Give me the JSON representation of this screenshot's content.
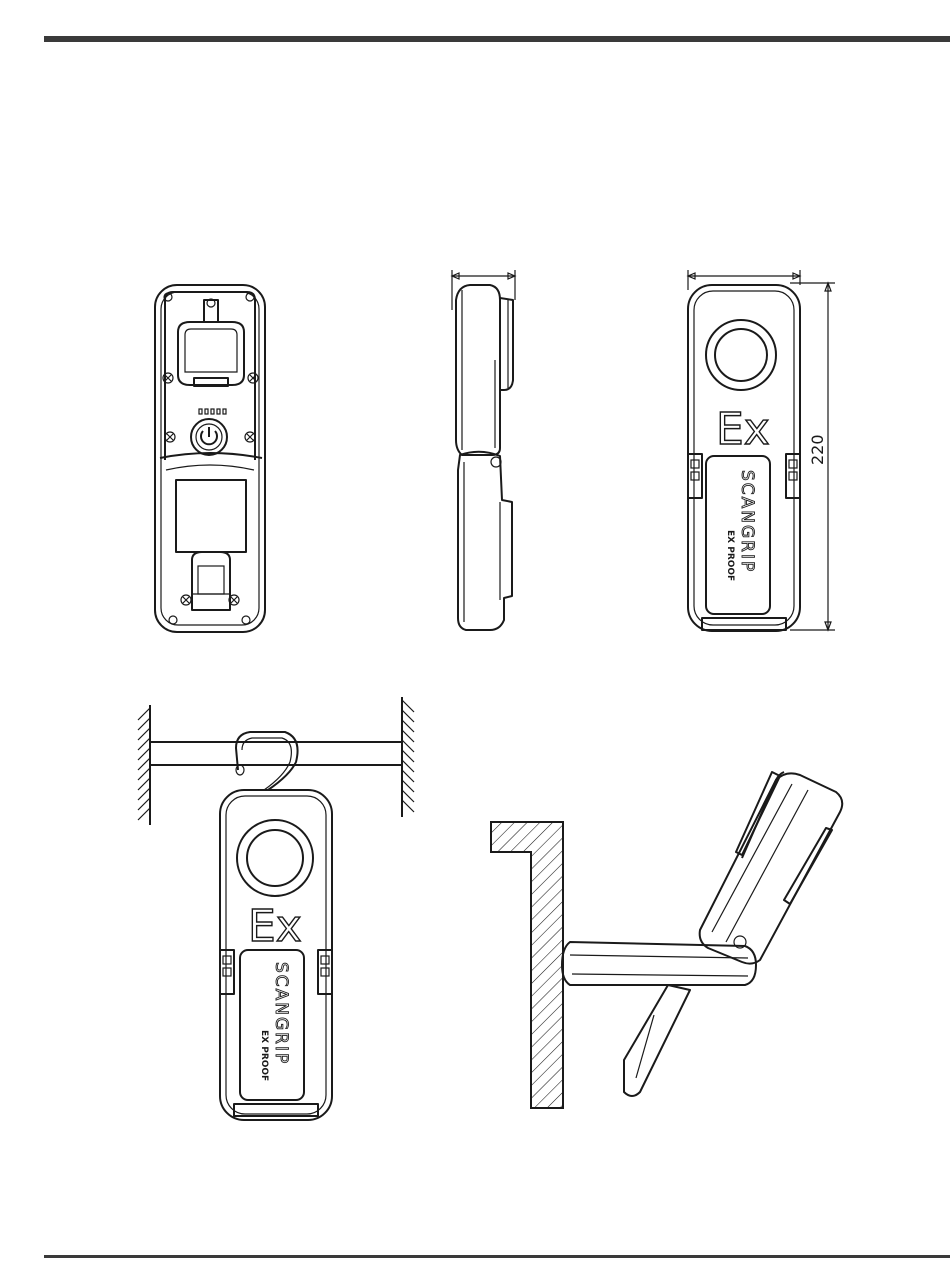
{
  "dimension_label": "220",
  "mark_text": "Ex",
  "brand_text": "SCANGRIP",
  "brand_subtitle": "EX PROOF",
  "mark_text_hanging": "Ex",
  "brand_text_hanging": "SCANGRIP",
  "brand_subtitle_hanging": "EX PROOF"
}
